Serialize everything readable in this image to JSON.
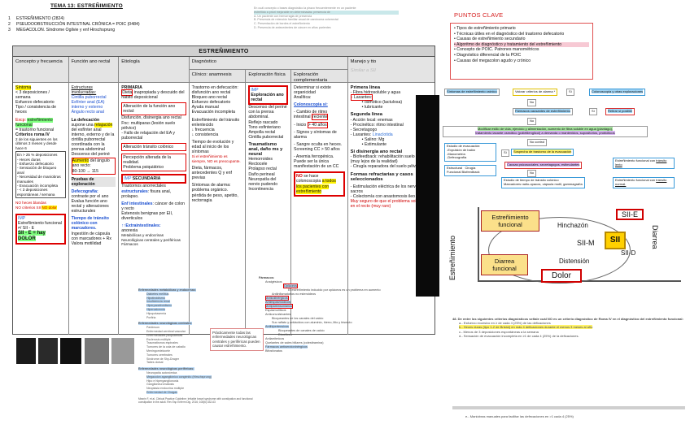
{
  "header": {
    "title": "TEMA 13: ESTREÑIMIENTO",
    "items": [
      {
        "num": "1",
        "text": "ESTREÑIMIENTO (2824)"
      },
      {
        "num": "2",
        "text": "PSEUDOOBSTRUCCIÓN INTESTINAL CRÓNICA = POIC (0484)"
      },
      {
        "num": "3",
        "text": "MEGACOLON. Síndrome Ogilvie y enf Hirschsprung"
      }
    ]
  },
  "faint_notes": {
    "lines": [
      "En cuál concepto o bases diagnóstico la pirazo frecuentemente en un paciente",
      "estreñido a priori mejorable en determinadas: presencia de",
      "A. Un paciente con hemorragia de presencia",
      "B. Presencia de retención familiar anual de carcinoma colorrectal",
      "C. Presentación de bordes el estreñimiento",
      "D. Presencia de antecedentes de cáncer en años parientes"
    ]
  },
  "table": {
    "title": "ESTREÑIMIENTO",
    "headers": {
      "c1": "Concepto y frecuencia",
      "c2": "Función ano rectal",
      "c3": "Etiología",
      "c4": "Diagnóstico",
      "c4sub1": "Clínico: anamnesis",
      "c4sub2": "Exploración física",
      "c4sub3": "Exploración complementaria",
      "c7": "Manejo y tto",
      "c7sub": "Similar a SII"
    },
    "c1": {
      "sintoma": "Síntoma",
      "l1": "< 3 deposiciones / semana",
      "l2": "Esfuerzo defecatorio",
      "l3": "Tipo / consistencia de heces",
      "excp": "Excp:",
      "funcional": "estreñimiento funcional",
      "l4": "= trastorno funcional",
      "criterios": "Criterios roma IV",
      "l5": "2 de los siguientes en los últimos 3 meses y desde hace 6",
      "list": [
        "En > 25 % deposiciones",
        "- Heces duras",
        "- Esfuerzo defecatorio",
        "- Sensación de bloqueo anal",
        "- Necesidad de maniobras manuales",
        "- Evacuación incompleta",
        "- < 3 deposiciones espontáneas / semana"
      ],
      "noheces": "NO heces blandas",
      "nocrit": "NO criterios SII",
      "nodolor": "NO dolor",
      "imp": "IMP",
      "efs": "Estreñimiento funcional ≠/ SII - E",
      "siie": "SII - E = hay DOLOR"
    },
    "c2": {
      "estructuras": "Estructuras involucradas:",
      "e1": "Cintilla puborrectal",
      "e2": "Esfínter anal (EA) interno y externo",
      "e3": "Ángulo recto anal",
      "def": "La defecación",
      "supone": "supone una",
      "relajacion": "relajación",
      "l1": "del esfínter anal interno, externo y de la cintilla puborrectal coordinada con la prensa abdominal",
      "desc": "Descenso del periné",
      "aumento": "Aumento",
      "angulo": "del ángulo ano recto:",
      "rango": "80-100 → 115",
      "pruebas": "Pruebas de exploración",
      "defeco": "Defecografía:",
      "defeco2": "contraste por el ano",
      "evalua": "Evalua función ano rectal y alteraciones estructurales",
      "tiempo": "Tiempo de tránsito colónico con marcadores.",
      "ingestion": "Ingestión de cápsula con marcadores + Rx",
      "valora": "Valora motilidad"
    },
    "c3": {
      "primaria": "PRIMARIA",
      "dieta": "Dieta",
      "dieta2": "inapropiada y descuido del hábito deposicional",
      "alt1": "Alteración de la función ano rectal:",
      "alt1b": "Disfunción, disinergia ano rectal",
      "alt1c": "Fnc: multiparas (lesión suelo pélvico)",
      "alt1d": "- Fallo de relajación del EA y puborrectal",
      "alt2": "Alteración tránsito colónico",
      "alt3": "Percepción alterada de la realidad.",
      "alt3b": "Problema psiquiátrico",
      "imp": "IMP",
      "secundaria": "SECUNDARIA",
      "trastornos": "Trastornos anorrectales",
      "estructurales": "estructurales",
      "estr2": ": fisura anal, prolapso.",
      "enf": "Enf intestinales",
      "enf2": ": cáncer de colon y recto",
      "enf3": "Estenosis benignas por EII, diverticulos",
      "extra": "↑↑Extraintestinales:",
      "anorexia": "anorexia",
      "metab": "Metabólicas y endocrinas",
      "neuro": "Neurológicas centrales y periféricas",
      "farmacos": "Fármacos"
    },
    "c4": {
      "l1": "Trastorno en defecación: disfunción ano rectal",
      "l2": "Bloqueo ano rectal",
      "l3": "Esfuerzo defecatorio",
      "l4": "Ayuda manual",
      "l5": "Evacuación incompleta",
      "l6": "Estreñimiento del tránsito enlentecido",
      "l7": "↓ frecuencia",
      "l8": "↓ consistencia",
      "l9": "Tiempo de evolución y edad al inicio de los síntomas",
      "l10": "Si el estreñimiento es siempre, NO es preocupante.",
      "l11": "Dieta, fármacos, antecedentes Q y enf previas",
      "l12": "Síntomas de alarma: problema orgánico. pérdida de peso, apetito, rectorragia"
    },
    "c5": {
      "imp": "IMP",
      "title": "Exploración ano rectal",
      "l1": "Descenso del periné con la prensa abdominal.",
      "l2": "Reflejo rascado",
      "l3": "Tono esfinteriano",
      "l4": "Ampolla rectal",
      "l5": "Cintilla puborrectal",
      "trauma": "Traumatismo anal, daño ms y neural",
      "t1": "Hemorroides",
      "t2": "Rectocele",
      "t3": "Prolapso rectal",
      "t4": "Daño perineal",
      "t5": "Neuropatía del nervio pudendo",
      "t6": "Incontinencia"
    },
    "c6": {
      "l1": "Determinar si existe organicidad",
      "l2": "Analítica:",
      "colono": "Colonoscopia si:",
      "c1": "- Cambio de ritmo intestinal",
      "reciente": "reciente",
      "c2": "- Inicio",
      "c2b": "> 40 años",
      "c3": "- Signos y síntomas de alarma",
      "c4": "- Sangre oculta en heces. Screening CC > 50 años",
      "c5": "- Anemia ferropénica. Puede ser la única manifestación de un CC",
      "no": "NO",
      "no2": "se hace colonoscopia",
      "todos": "a todos los pacientes con estreñimiento"
    },
    "c7": {
      "primera": "Primera línea",
      "p1": "- Fibra hidrosoluble y agua",
      "p2": "- Laxantes:",
      "p3": "osmótico (lactulosa)",
      "p4": "lubricante",
      "segunda": "Segunda línea",
      "s1": "- Acción local: enemas",
      "s2": "- Procinético: ritmo intestinal",
      "s3": "- Secretagogo",
      "s4": "- Laxantes:",
      "s4b": "Linaclotida",
      "s5": "Salino: Mg",
      "s6": "Estimulante",
      "disinergia": "Si disinergia ano rectal",
      "d1": "- Biofeedback: rehabilitación suelo pélvico (muy lejos de la realidad)",
      "d2": "- Cirugía reparadora del suelo pélvico",
      "formas": "Formas refractarias y casos seleccionados",
      "f1": "- Estimulación eléctrica de los nervios sacros",
      "f2": "- Colectomía con anastomosis ileo rectal.",
      "f3": "Muy seguro de que el problema solo esta en el recto (muy raro)"
    }
  },
  "puntos": {
    "title": "PUNTOS CLAVE",
    "items": [
      "Tipos de estreñimiento primario",
      "Técnicas útiles en el diagnóstico del trastorno defecatorio",
      "Causas de estreñimiento secundario",
      "Algoritmo de diagnóstico y tratamiento del estreñimiento",
      "Concepto de POIC. Patrones manométricos",
      "Diagnóstico diferencial de la POIC",
      "Causas del megacolon agudo y crónico"
    ]
  },
  "flow": {
    "sintomas": "Síntomas de estreñimiento crónico",
    "valorar": "Valorar criterios de alarma *",
    "si1": "Sí",
    "colono": "Colonoscopia y otras exploraciones",
    "no1": "No",
    "farmacos": "Fármacos causantes de estreñimiento",
    "si2": "Sí",
    "retirar": "Retirar si posible",
    "no2": "No",
    "modificar": "Modificar estilo de vida, ejercicio y alimentación, aumento de fibra soluble en agua (plantago),",
    "modificar2": "tratamiento laxante osmótico (polietilenglicol) a demanda o mantenidos, supositorios, probióticos",
    "no3": "No control",
    "estudio": "Estudio de evacuación:",
    "e1": "-Expulsión de balón",
    "e2": "-Manometría",
    "e3": "-Defecografía",
    "si3": "Sí",
    "sospecha": "Sospecha de trastorno de la evacuación",
    "estructural": "Estructural",
    "cirugia": "Cirugía",
    "funcional": "Funcional",
    "biofeedback": "Biofeedback",
    "causas": "Causas psicosociales, secretagogos, estimulantes",
    "efunc": "Estreñimiento funcional con",
    "transito_lento": "tránsito lento",
    "no4": "No",
    "tiempo": "Estudio de tiempo de tránsito colónico",
    "marcadores": "Marcadores radio-opacos, cápsula motil, gammagrafía",
    "efunc2": "Estreñimiento funcional con",
    "transito_normal": "tránsito normal."
  },
  "quad": {
    "ylabel": "Estreñimiento",
    "rlabel": "Diarrea",
    "xlabel": "Dolor",
    "ef": "Estreñimiento funcional",
    "df": "Diarrea funcional",
    "hinchazon": "Hinchazón",
    "distension": "Distensión",
    "siim": "SII-M",
    "sii": "SII",
    "siie": "SII-E",
    "siid": "SII-D"
  },
  "bottom_left": {
    "lines": [
      "Enfermedades metabólicas y endocrinas:",
      "Diabetes mellitus",
      "Hipotiroidismo",
      "Insuficiencia renal",
      "Hiperparatiroidismo",
      "Hipercalcemia",
      "Hipopotasemia",
      "Porfiria",
      "Enfermedades neurológicas centrales:",
      "Parkinson",
      "Enfermedad cerebral vascular",
      "Enfermedades psiquiátricas",
      "Esclerosis múltiple",
      "Traumatismos espinales",
      "Tumores de la cola de caballo",
      "Meningomielocele",
      "Tumores cerebrales",
      "Síndrome de Shy-Drager",
      "Tabes dorsal",
      "Enfermedades neurológicas periféricas:",
      "Neuropatía autonómica",
      "Megacolon agangliónico congénito (Hirschsprung)",
      "Hipo e hiperganglionosis",
      "Ganglioneuromatosis",
      "Neoplasia endocrina múltiple",
      "Enfermedad de Chagas",
      "Mearin F, et al. Clinical Practice Guideline: Irritable bowel syndrome with constipation and functional constipation in the adult. Rev Esp Enferm Dig. 2016; 108(6):332-63"
    ],
    "note": "Prácticamente todas las enfermedades neurológicas centrales y periféricas pueden causar estreñimiento."
  },
  "bottom_center": {
    "lines": [
      "Fármacos:",
      "Analgésicos",
      "Opiáceos",
      "El estreñimiento inducido por opiáceos es un problema en aumento",
      "Antiinflamatorios no esteroideos",
      "Anticolinérgicos",
      "Antiespasmódicos",
      "Antiparkinsonianos",
      "Espasmolíticos",
      "Anticonvulsivantes",
      "Bloqueantes de los canales del calcio",
      "Suc ralfato y antiácidos con aluminio, hierro, litio y bismuto",
      "Antihipertensivos",
      "Bloqueantes de canales de calcio",
      "Diuréticos",
      "Antiarrítmicos",
      "Quelantes de sales biliares (colestiramina)",
      "Fármacos antiserotoninérgicos",
      "Bifosfonatos"
    ]
  },
  "bottom_right": {
    "lines": [
      "48. De entre los siguientes criterios diagnósticos señale cuál NO es un criterio diagnóstico de Roma IV en el diagnóstico del estreñimiento funcional:",
      "a.- Esfuerzo excesivo en ≥ de cada 4 (25%) de las deficaciones",
      "b.- Heces duras (tipo 1-2 de Bristol) en más 4 deficaciones durante el menos 3 meses al año",
      "c.- Menos de 3 deposiciones espontáneas a la semana",
      "d.- Sensación de evacuación incompleta en ≥1 de cada 4 (25%) de la deficaciones."
    ],
    "footer": "e.- Maniobras manuales para facilitar las defecaciones en >1 cada 4 (25%)"
  }
}
